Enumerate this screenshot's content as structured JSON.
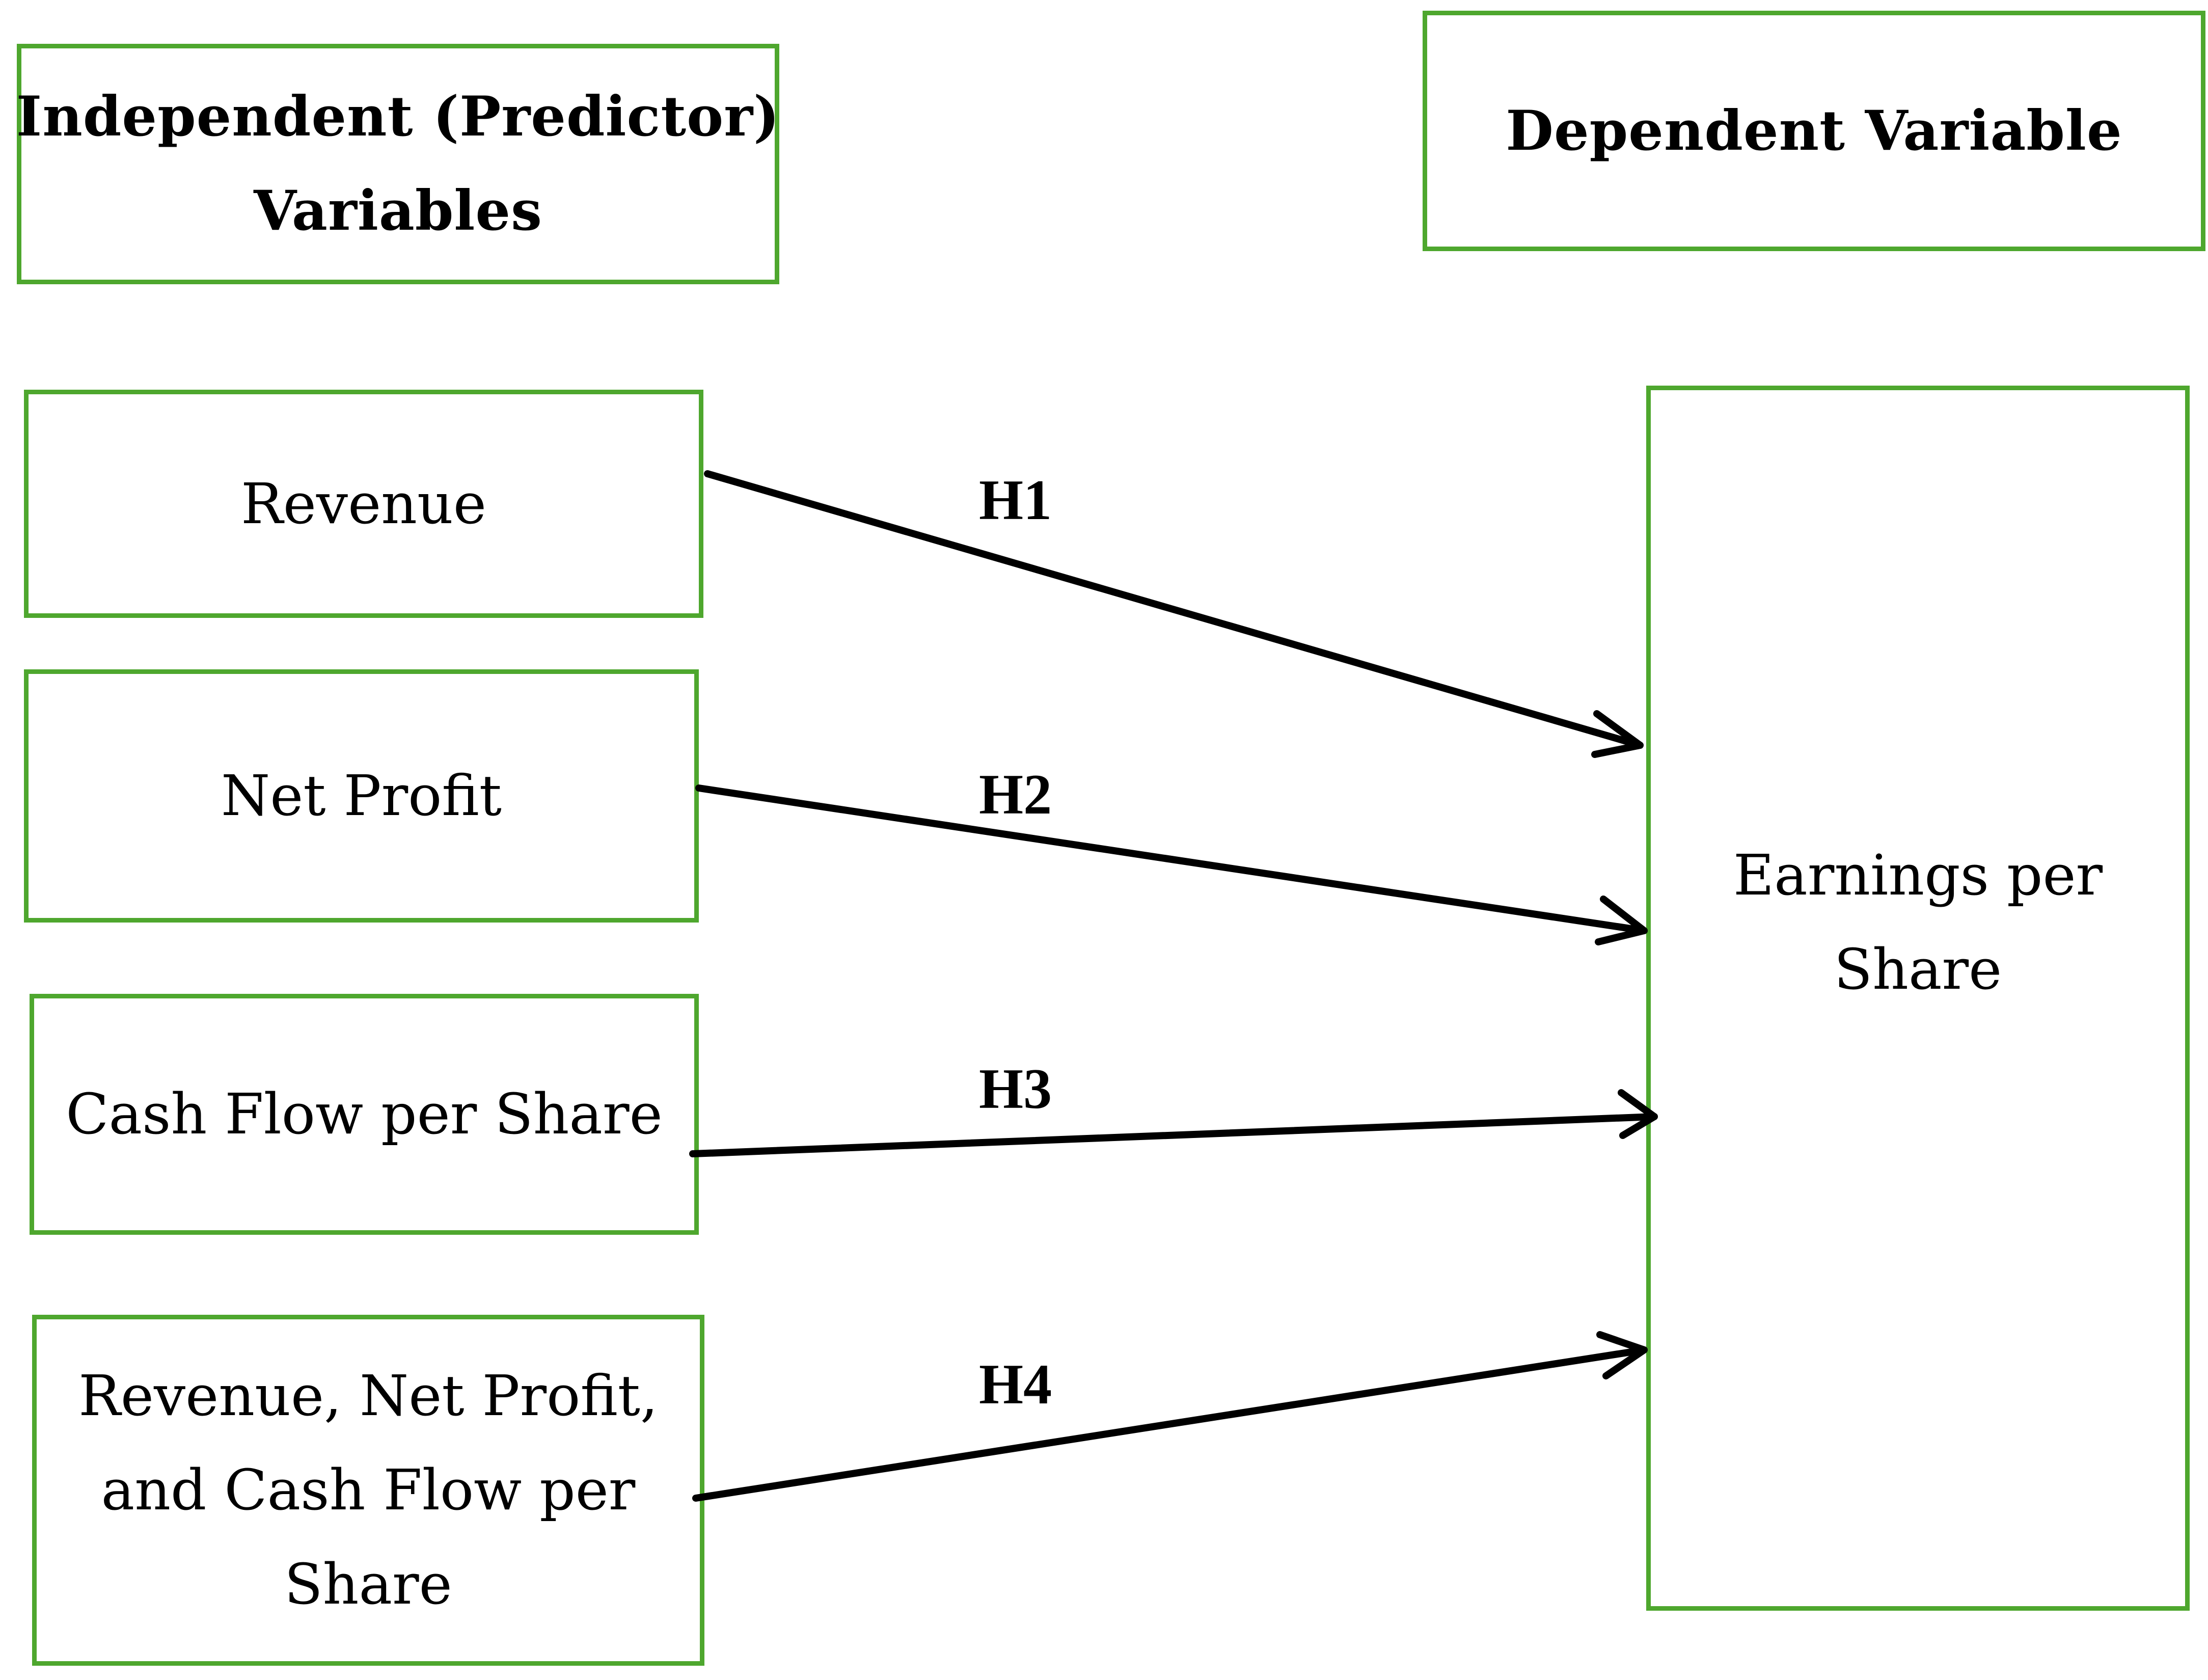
{
  "headers": {
    "independent": [
      "Independent (Predictor)",
      "Variables"
    ],
    "dependent": [
      "Dependent Variable"
    ]
  },
  "predictors": [
    {
      "lines": [
        "Revenue"
      ]
    },
    {
      "lines": [
        "Net Profit"
      ]
    },
    {
      "lines": [
        "Cash Flow per Share"
      ]
    },
    {
      "lines": [
        "Revenue, Net Profit,",
        "and Cash Flow per",
        "Share"
      ]
    }
  ],
  "outcome": {
    "lines": [
      "Earnings per",
      "Share"
    ]
  },
  "hypotheses": [
    "H1",
    "H2",
    "H3",
    "H4"
  ],
  "colors": {
    "box_border": "#4ea72e",
    "arrow": "#000000"
  }
}
